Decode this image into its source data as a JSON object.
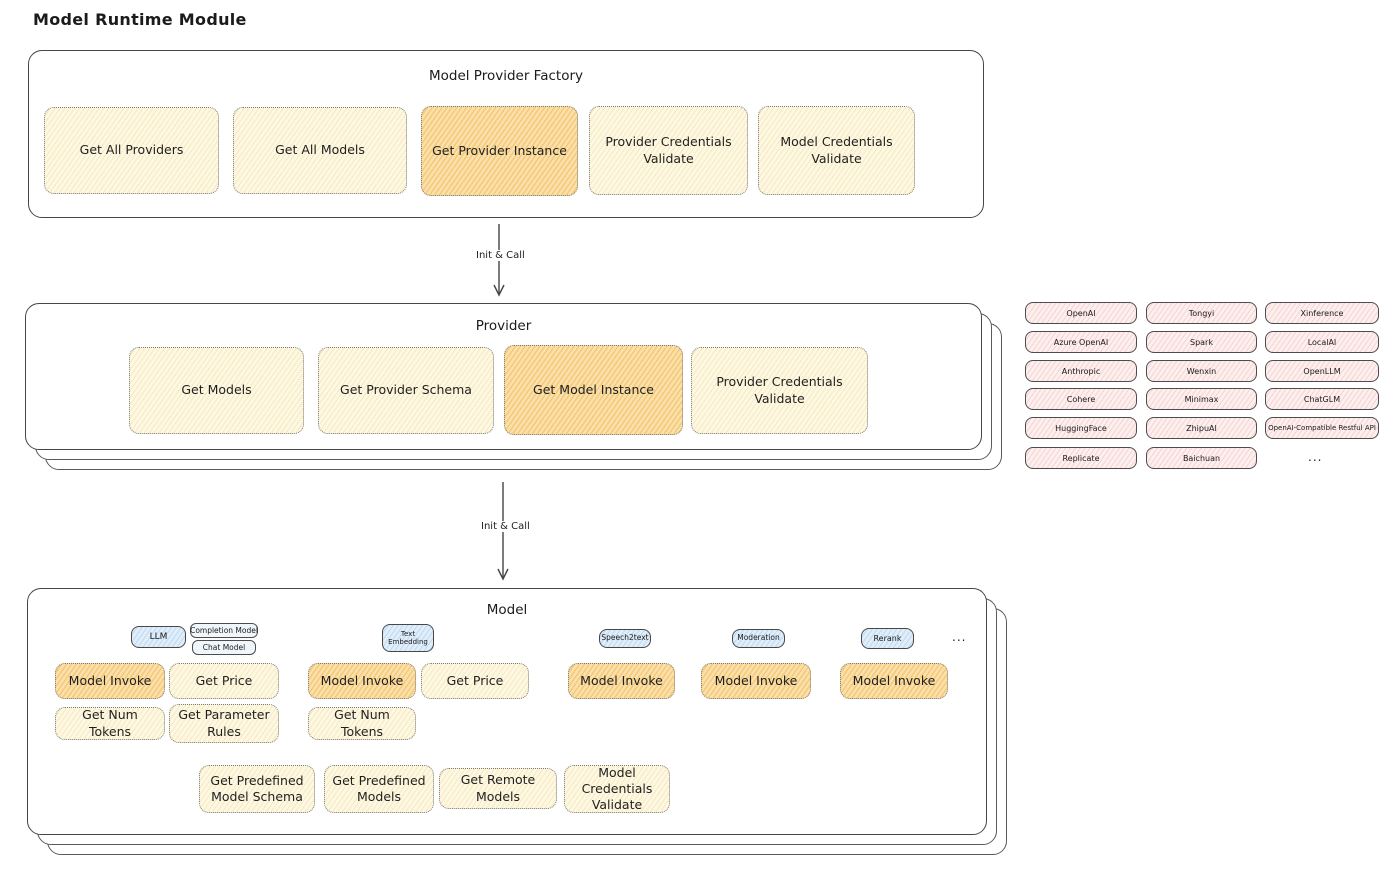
{
  "page_title": "Model Runtime Module",
  "factory": {
    "title": "Model Provider Factory",
    "boxes": [
      {
        "label": "Get All Providers",
        "highlight": false
      },
      {
        "label": "Get All Models",
        "highlight": false
      },
      {
        "label": "Get Provider Instance",
        "highlight": true
      },
      {
        "label": "Provider Credentials Validate",
        "highlight": false
      },
      {
        "label": "Model Credentials Validate",
        "highlight": false
      }
    ]
  },
  "arrow1": {
    "label": "Init & Call"
  },
  "arrow2": {
    "label": "Init & Call"
  },
  "provider": {
    "title": "Provider",
    "boxes": [
      {
        "label": "Get Models",
        "highlight": false
      },
      {
        "label": "Get Provider Schema",
        "highlight": false
      },
      {
        "label": "Get Model Instance",
        "highlight": true
      },
      {
        "label": "Provider Credentials Validate",
        "highlight": false
      }
    ]
  },
  "providers_grid": {
    "items": [
      "OpenAI",
      "Tongyi",
      "Xinference",
      "Azure OpenAI",
      "Spark",
      "LocalAI",
      "Anthropic",
      "Wenxin",
      "OpenLLM",
      "Cohere",
      "Minimax",
      "ChatGLM",
      "HuggingFace",
      "ZhipuAI",
      "OpenAI-Compatible Restful API",
      "Replicate",
      "Baichuan"
    ],
    "more": "..."
  },
  "model": {
    "title": "Model",
    "type_tags": {
      "llm": "LLM",
      "completion": "Completion Model",
      "chat": "Chat Model",
      "text_embedding": "Text Embedding",
      "speech2text": "Speech2text",
      "moderation": "Moderation",
      "rerank": "Rerank",
      "more": "..."
    },
    "actions": {
      "model_invoke": "Model Invoke",
      "get_price": "Get Price",
      "get_num_tokens": "Get Num Tokens",
      "get_parameter_rules": "Get Parameter Rules"
    },
    "bottom_boxes": [
      "Get Predefined Model Schema",
      "Get Predefined Models",
      "Get Remote Models",
      "Model Credentials Validate"
    ]
  },
  "colors": {
    "accent_orange": "#f2a83b",
    "box_yellow": "#fdf8e3",
    "pill_pink": "#fcefee",
    "tag_blue": "#e0eefa"
  }
}
